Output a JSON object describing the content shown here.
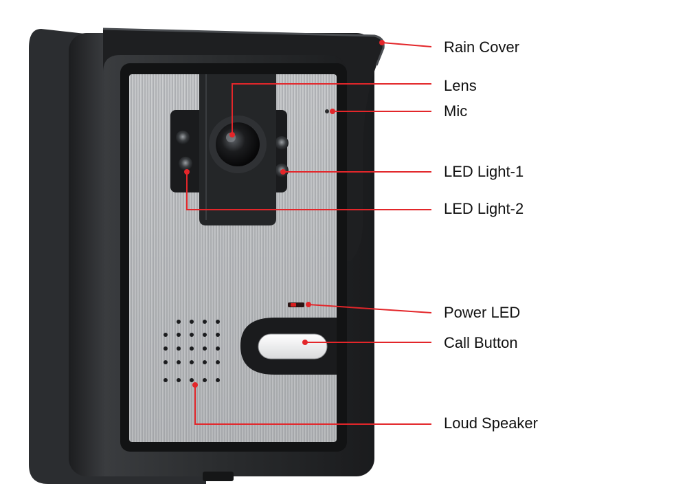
{
  "diagram": {
    "subject": "Video doorbell outdoor camera unit",
    "colors": {
      "callout_line": "#e3262a",
      "body_dark": "#26282a",
      "panel_silver": "#b9bbbd",
      "label_text": "#111111",
      "power_led": "#d81e1e"
    },
    "callouts": [
      {
        "id": "rain-cover",
        "label": "Rain Cover"
      },
      {
        "id": "lens",
        "label": "Lens"
      },
      {
        "id": "mic",
        "label": "Mic"
      },
      {
        "id": "led-light-1",
        "label": "LED Light-1"
      },
      {
        "id": "led-light-2",
        "label": "LED Light-2"
      },
      {
        "id": "power-led",
        "label": "Power LED"
      },
      {
        "id": "call-button",
        "label": "Call Button"
      },
      {
        "id": "loud-speaker",
        "label": "Loud Speaker"
      }
    ]
  }
}
